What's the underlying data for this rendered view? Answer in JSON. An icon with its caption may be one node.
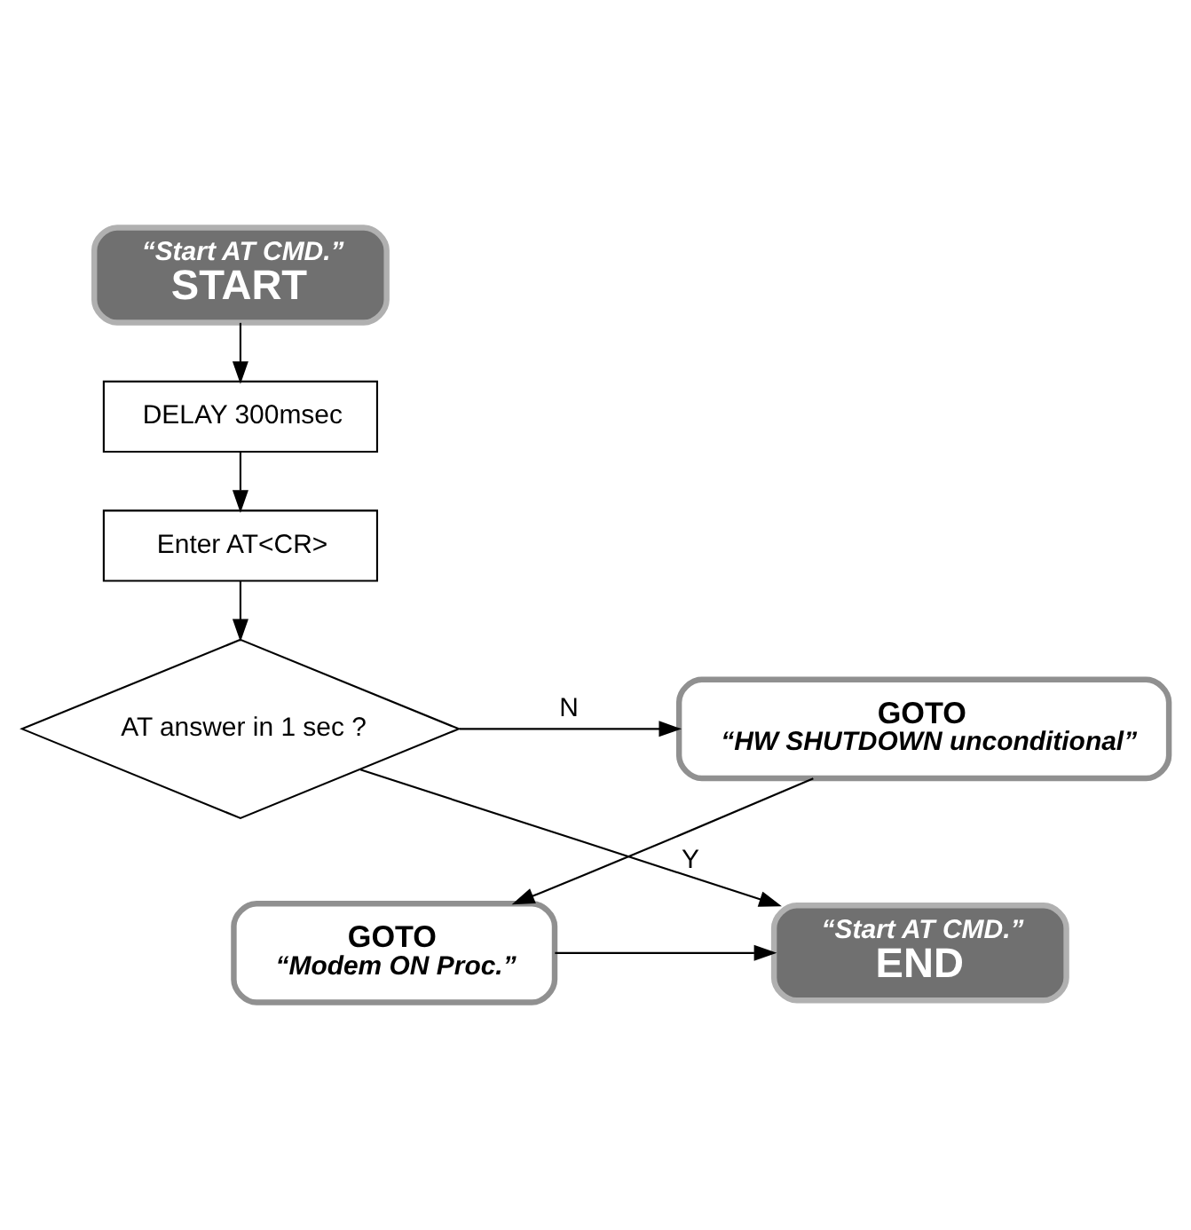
{
  "diagram": {
    "nodes": [
      {
        "text": [
          "“Start AT CMD.”",
          "START"
        ]
      },
      {
        "text": [
          "DELAY 300msec"
        ]
      },
      {
        "text": [
          "Enter AT<CR>"
        ]
      },
      {
        "text": [
          "AT answer in 1 sec ?"
        ]
      },
      {
        "text": [
          "GOTO",
          "“HW SHUTDOWN unconditional”"
        ]
      },
      {
        "text": [
          "GOTO",
          "“Modem ON Proc.”"
        ]
      },
      {
        "text": [
          "“Start AT CMD.”",
          "END"
        ]
      }
    ],
    "edges": [
      {
        "from": 0,
        "to": 1,
        "arrow": "to"
      },
      {
        "from": 1,
        "to": 2,
        "arrow": "to"
      },
      {
        "from": 2,
        "to": 3,
        "arrow": "to"
      },
      {
        "from": 3,
        "to": 4,
        "arrow": "to",
        "label": "N"
      },
      {
        "from": 4,
        "to": 5,
        "arrow": "to"
      },
      {
        "from": 5,
        "to": 6,
        "arrow": "to"
      },
      {
        "from": 3,
        "to": 6,
        "arrow": "to",
        "label": "Y"
      }
    ]
  }
}
